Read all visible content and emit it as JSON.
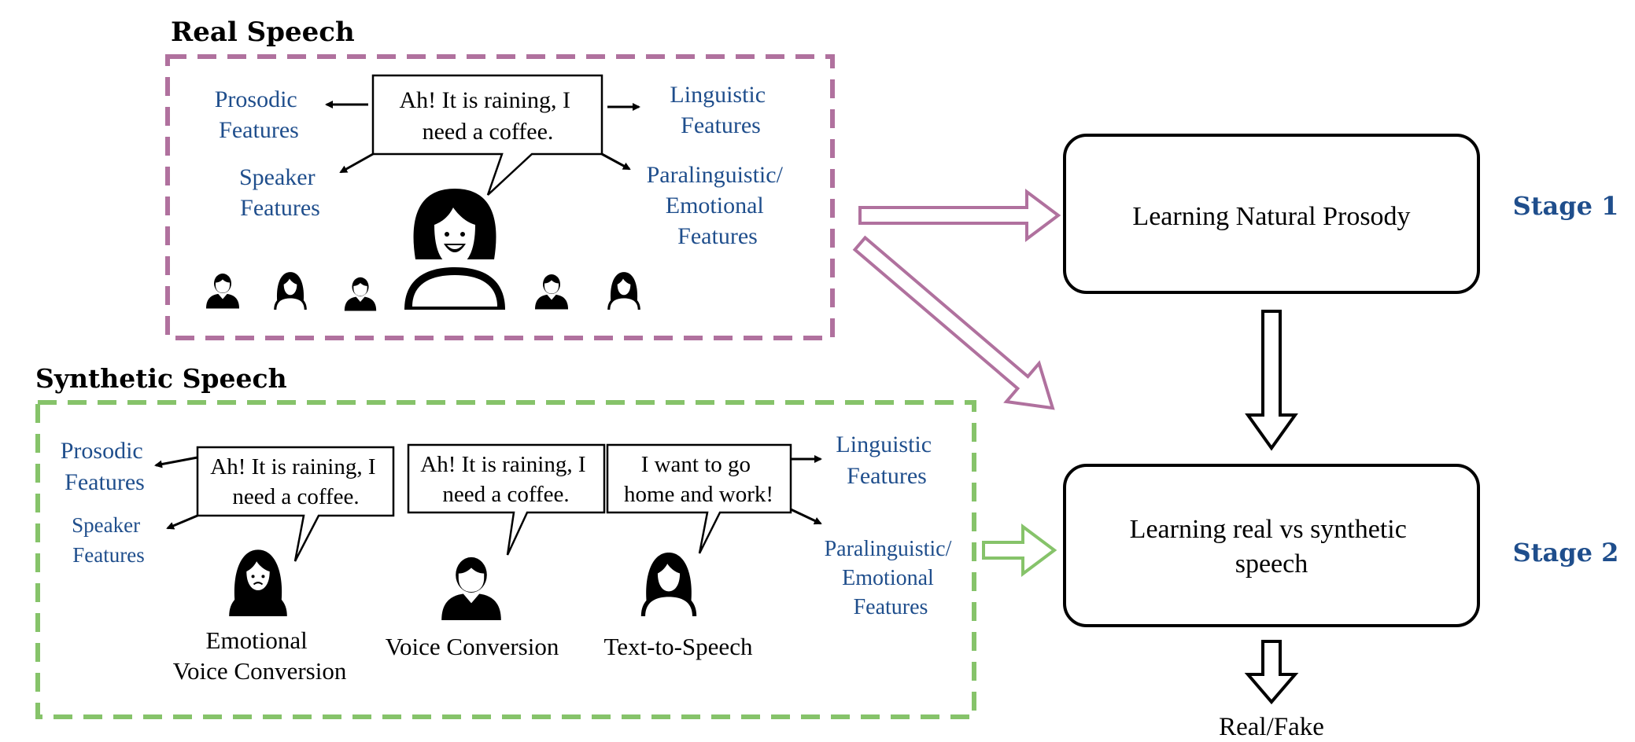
{
  "colors": {
    "real_border": "#b0719e",
    "synthetic_border": "#86c36a",
    "feature_text": "#1f4e8c",
    "stage_text": "#1f4e8c",
    "black": "#000000"
  },
  "real": {
    "title": "Real Speech",
    "bubble": [
      "Ah! It is raining, I",
      "need a coffee."
    ],
    "prosodic": [
      "Prosodic",
      "Features"
    ],
    "speaker": [
      "Speaker",
      "Features"
    ],
    "linguistic": [
      "Linguistic",
      "Features"
    ],
    "paralinguistic": [
      "Paralinguistic/",
      "Emotional",
      "Features"
    ]
  },
  "synthetic": {
    "title": "Synthetic Speech",
    "prosodic": [
      "Prosodic",
      "Features"
    ],
    "speaker": [
      "Speaker",
      "Features"
    ],
    "linguistic": [
      "Linguistic",
      "Features"
    ],
    "paralinguistic": [
      "Paralinguistic/",
      "Emotional",
      "Features"
    ],
    "bubble1": [
      "Ah! It is raining, I",
      "need a coffee."
    ],
    "bubble2": [
      "Ah! It is raining, I",
      "need a coffee."
    ],
    "bubble3": [
      "I want to go",
      "home and work!"
    ],
    "label_evc": [
      "Emotional",
      "Voice Conversion"
    ],
    "label_vc": "Voice Conversion",
    "label_tts": "Text-to-Speech"
  },
  "pipeline": {
    "stage1_box": "Learning Natural Prosody",
    "stage2_box": [
      "Learning real vs synthetic",
      "speech"
    ],
    "stage1_label": "Stage 1",
    "stage2_label": "Stage 2",
    "output": "Real/Fake"
  },
  "icons": {
    "main_speaker": "woman-smiling-icon",
    "crowd": [
      "man-icon",
      "woman-icon",
      "man-spiky-hair-icon",
      "man-curly-hair-icon",
      "woman-long-hair-icon"
    ],
    "evc_speaker": "woman-sad-icon",
    "vc_speaker": "man-icon",
    "tts_speaker": "woman-icon"
  }
}
